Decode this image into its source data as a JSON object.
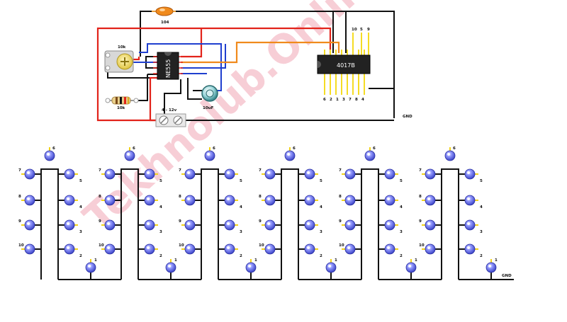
{
  "capacitor_top_label": "104",
  "pot_label": "10k",
  "resistor_label": "10k",
  "ic1_label": "NE555",
  "ic2_label": "4017B",
  "supply_label": "4 - 12v",
  "cap_label": "10uF",
  "gnd_top_label": "GND",
  "gnd_bottom_label": "GND",
  "ic2_top_pins": [
    "10",
    "5",
    "9"
  ],
  "ic2_bottom_pins": [
    "6",
    "2",
    "1",
    "3",
    "7",
    "8",
    "4"
  ],
  "led_left_labels": [
    "7",
    "8",
    "9",
    "10"
  ],
  "led_right_labels": [
    "5",
    "4",
    "3",
    "2"
  ],
  "led_top_label": "6",
  "led_bottom_label": "1",
  "watermark_text": "Tekhnolub.Online",
  "colors": {
    "wire_black": "#111111",
    "wire_red": "#e2231a",
    "wire_blue": "#1f3fcf",
    "wire_orange": "#f08a1c",
    "led_body": "#5b63e0",
    "led_leg": "#f2d21a",
    "pin": "#f5dc24",
    "watermark": "#f6c6cf"
  }
}
